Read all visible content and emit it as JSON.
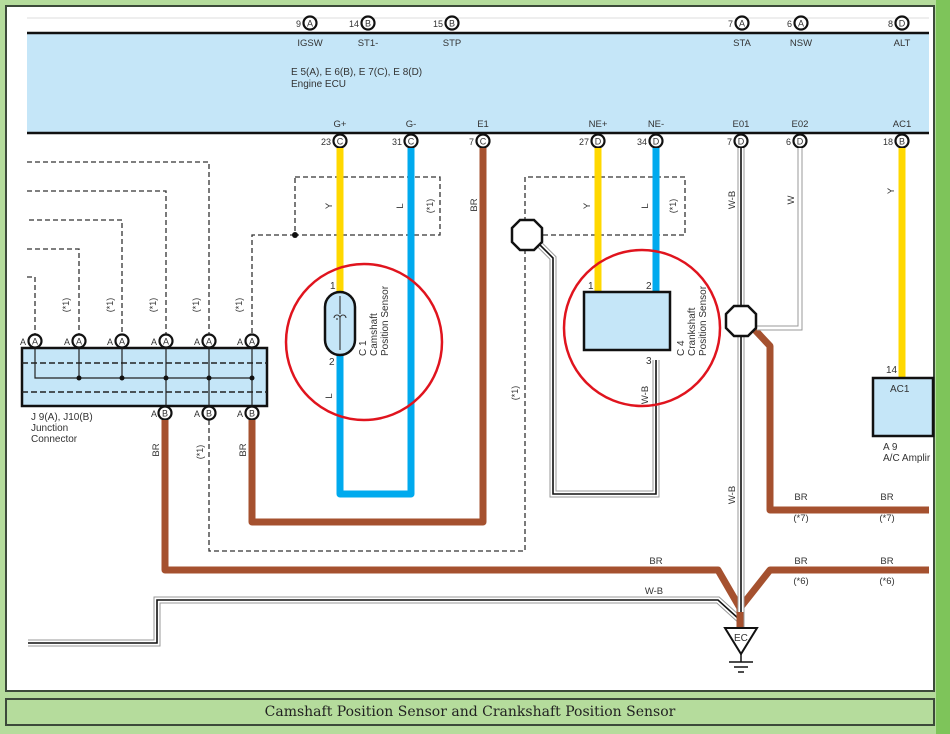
{
  "caption": "Camshaft Position Sensor and Crankshaft Position Sensor",
  "colors": {
    "ecu_fill": "#c5e6f8",
    "wire_yellow": "#ffd800",
    "wire_blue": "#00aaee",
    "wire_brown": "#a5512f",
    "highlight_red": "#e0141e",
    "frame_green": "#b5dc9c"
  },
  "ecu": {
    "name_line1": "E 5(A), E 6(B), E 7(C), E 8(D)",
    "name_line2": "Engine ECU",
    "top_pins": [
      {
        "num": "9",
        "conn": "A",
        "label": "IGSW"
      },
      {
        "num": "14",
        "conn": "B",
        "label": "ST1-"
      },
      {
        "num": "15",
        "conn": "B",
        "label": "STP"
      },
      {
        "num": "7",
        "conn": "A",
        "label": "STA"
      },
      {
        "num": "6",
        "conn": "A",
        "label": "NSW"
      },
      {
        "num": "8",
        "conn": "D",
        "label": "ALT"
      }
    ],
    "bottom_pins": [
      {
        "num": "23",
        "conn": "C",
        "label": "G+"
      },
      {
        "num": "31",
        "conn": "C",
        "label": "G-"
      },
      {
        "num": "7",
        "conn": "C",
        "label": "E1"
      },
      {
        "num": "27",
        "conn": "D",
        "label": "NE+"
      },
      {
        "num": "34",
        "conn": "D",
        "label": "NE-"
      },
      {
        "num": "7",
        "conn": "D",
        "label": "E01"
      },
      {
        "num": "6",
        "conn": "D",
        "label": "E02"
      },
      {
        "num": "18",
        "conn": "B",
        "label": "AC1"
      }
    ]
  },
  "wire_labels": {
    "y": "Y",
    "l": "L",
    "br": "BR",
    "wb": "W-B",
    "w": "W",
    "note1": "(*1)",
    "note6": "(*6)",
    "note7": "(*7)"
  },
  "junction": {
    "line1": "J 9(A), J10(B)",
    "line2": "Junction",
    "line3": "Connector",
    "side_letter": "A",
    "top_conn": "A",
    "bottom_conn": "B"
  },
  "cam_sensor": {
    "code": "C 1",
    "name1": "Camshaft",
    "name2": "Position Sensor",
    "pin1": "1",
    "pin2": "2"
  },
  "crank_sensor": {
    "code": "C 4",
    "name1": "Crankshaft",
    "name2": "Position Sensor",
    "pin1": "1",
    "pin2": "2",
    "pin3": "3"
  },
  "ac_amp": {
    "pin": "14",
    "terminal": "AC1",
    "code": "A 9",
    "name": "A/C Amplir"
  },
  "ground": {
    "label": "EC"
  }
}
